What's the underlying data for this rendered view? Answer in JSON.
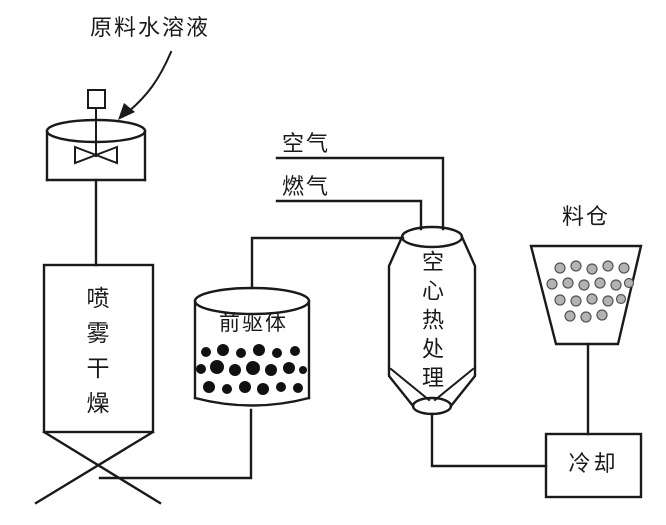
{
  "diagram": {
    "labels": {
      "feed_solution": "原料水溶液",
      "air": "空气",
      "fuel_gas": "燃气",
      "spray_drying": "喷雾干燥",
      "precursor": "前驱体",
      "heat_treatment": "空心热处理",
      "hopper": "料仓",
      "cooling": "冷却"
    },
    "colors": {
      "line": "#1a1a1a",
      "background": "#ffffff",
      "precursor_dots": "#111111",
      "hopper_spheres_fill": "#b3b3b3",
      "hopper_spheres_stroke": "#555555"
    }
  }
}
